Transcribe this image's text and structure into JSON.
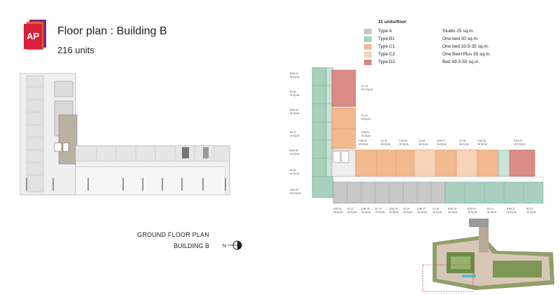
{
  "header": {
    "title": "Floor plan : Building B",
    "units": "216 units",
    "logo_text": "AP"
  },
  "legend": {
    "heading": "31 units/floor",
    "items": [
      {
        "type": "Type A",
        "desc": "Studio 25 sq.m.",
        "color": "#c8c8c8"
      },
      {
        "type": "Type B1",
        "desc": "One bed 30 sq.m.",
        "color": "#a9cfbd"
      },
      {
        "type": "Type C1",
        "desc": "One bed 33.5-35 sq.m.",
        "color": "#f2b98f"
      },
      {
        "type": "Type C2",
        "desc": "One Bed+Plus 35 sq.m.",
        "color": "#f7d3b8"
      },
      {
        "type": "Type D2",
        "desc": "Bed 49.5-50 sq.m.",
        "color": "#d98c86"
      }
    ]
  },
  "ground_floor": {
    "label": "GROUND FLOOR PLAN",
    "building": "BUILDING B",
    "north": "N"
  },
  "floor_plan": {
    "unit_labels": [
      "B1M-04",
      "B1-05",
      "B1M-06",
      "B1-07",
      "B1M-08",
      "B1-09",
      "C4M-10",
      "D1-03",
      "C1-02",
      "C1M-01",
      "C1M-31",
      "C1-30",
      "C1M-29",
      "C2-28",
      "C2M-27",
      "C2-26",
      "C2M-25",
      "D1M-24",
      "A1M-11",
      "A1-12",
      "A1M-13",
      "A1-14",
      "A1M-15",
      "A1-16",
      "A1M-17",
      "A1-18",
      "B1M-19",
      "B1M-20",
      "B1-21",
      "B1M-22",
      "B1-23"
    ],
    "area_labels": [
      "30 SQ.M.",
      "30 SQ.M.",
      "30 SQ.M.",
      "30 SQ.M.",
      "30 SQ.M.",
      "30 SQ.M.",
      "33.5 SQ.M.",
      "49.5 SQ.M.",
      "35 SQ.M.",
      "35 SQ.M.",
      "35 SQ.M.",
      "35 SQ.M.",
      "35 SQ.M.",
      "35 SQ.M.",
      "35 SQ.M.",
      "35 SQ.M.",
      "35 SQ.M.",
      "49.5 SQ.M.",
      "25 SQ.M.",
      "25 SQ.M.",
      "25 SQ.M.",
      "25 SQ.M.",
      "25 SQ.M.",
      "25 SQ.M.",
      "25 SQ.M.",
      "25 SQ.M.",
      "30 SQ.M.",
      "30 SQ.M.",
      "30 SQ.M.",
      "30 SQ.M.",
      "30 SQ.M."
    ]
  }
}
